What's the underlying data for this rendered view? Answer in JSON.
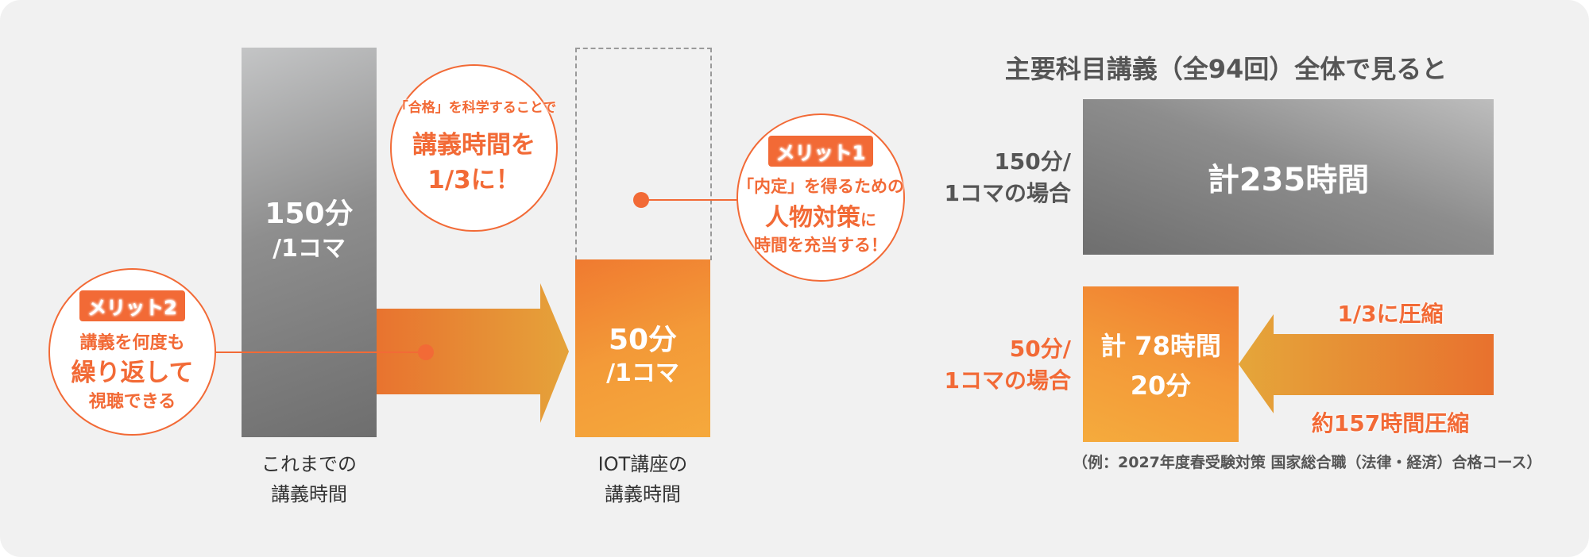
{
  "left": {
    "old_bar": {
      "value": "150分",
      "unit": "/1コマ",
      "caption_line1": "これまでの",
      "caption_line2": "講義時間"
    },
    "new_bar": {
      "value": "50分",
      "unit": "/1コマ",
      "caption_line1": "IOT講座の",
      "caption_line2": "講義時間"
    },
    "center_bubble": {
      "line1": "「合格」を科学することで",
      "line2": "講義時間を",
      "line3": "1/3に！"
    },
    "merit1": {
      "badge": "メリット1",
      "line1": "「内定」を得るための",
      "line2_big": "人物対策",
      "line2_small": "に",
      "line3": "時間を充当する！"
    },
    "merit2": {
      "badge": "メリット2",
      "line1": "講義を何度も",
      "line2": "繰り返して",
      "line3": "視聴できる"
    }
  },
  "right": {
    "title": "主要科目講義（全94回）全体で見ると",
    "old": {
      "label_line1": "150分/",
      "label_line2": "1コマの場合",
      "total": "計235時間"
    },
    "new": {
      "label_line1": "50分/",
      "label_line2": "1コマの場合",
      "total_line1": "計 78時間",
      "total_line2": "20分"
    },
    "arrow_top": "1/3に圧縮",
    "arrow_bottom": "約157時間圧縮",
    "footnote": "（例：2027年度春受験対策 国家総合職（法律・経済）合格コース）"
  },
  "colors": {
    "accent": "#f26a36",
    "gray_text": "#555555"
  }
}
